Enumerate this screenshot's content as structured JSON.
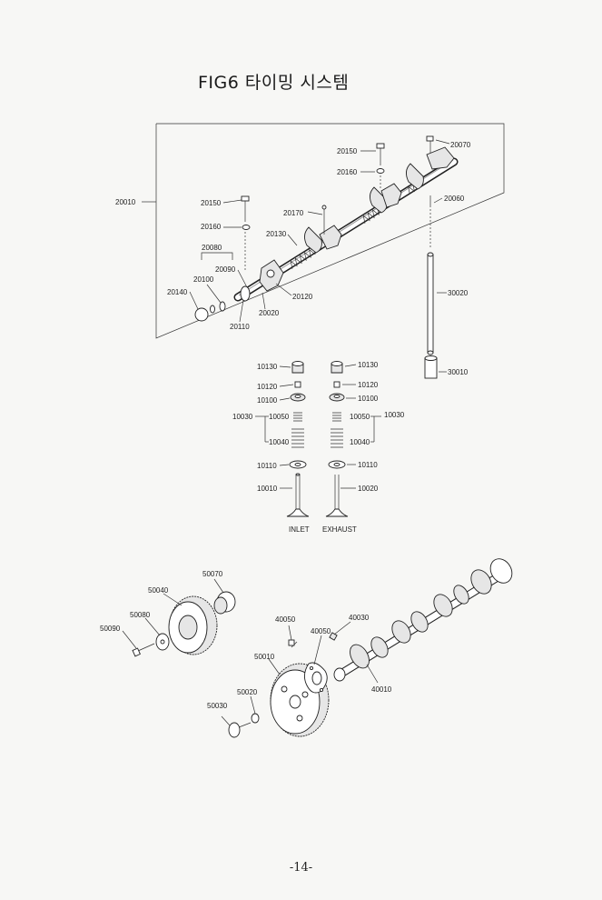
{
  "title": "FIG6 타이밍 시스템",
  "page_number": "-14-",
  "labels": {
    "p20010": "20010",
    "p20150a": "20150",
    "p20160a": "20160",
    "p20080": "20080",
    "p20090": "20090",
    "p20100": "20100",
    "p20140": "20140",
    "p20110": "20110",
    "p20020": "20020",
    "p20120": "20120",
    "p20130": "20130",
    "p20170": "20170",
    "p20150b": "20150",
    "p20160b": "20160",
    "p20070": "20070",
    "p20060": "20060",
    "p30020": "30020",
    "p30010": "30010",
    "v10130a": "10130",
    "v10120a": "10120",
    "v10100a": "10100",
    "v10030a": "10030",
    "v10050a": "10050",
    "v10040a": "10040",
    "v10110a": "10110",
    "v10010": "10010",
    "v10130b": "10130",
    "v10120b": "10120",
    "v10100b": "10100",
    "v10030b": "10030",
    "v10050b": "10050",
    "v10040b": "10040",
    "v10110b": "10110",
    "v10020": "10020",
    "inlet": "INLET",
    "exhaust": "EXHAUST",
    "g50070": "50070",
    "g50040": "50040",
    "g50080": "50080",
    "g50090": "50090",
    "g50010": "50010",
    "g50020": "50020",
    "g50030": "50030",
    "c40050a": "40050",
    "c40050b": "40050",
    "c40030": "40030",
    "c40010": "40010"
  }
}
